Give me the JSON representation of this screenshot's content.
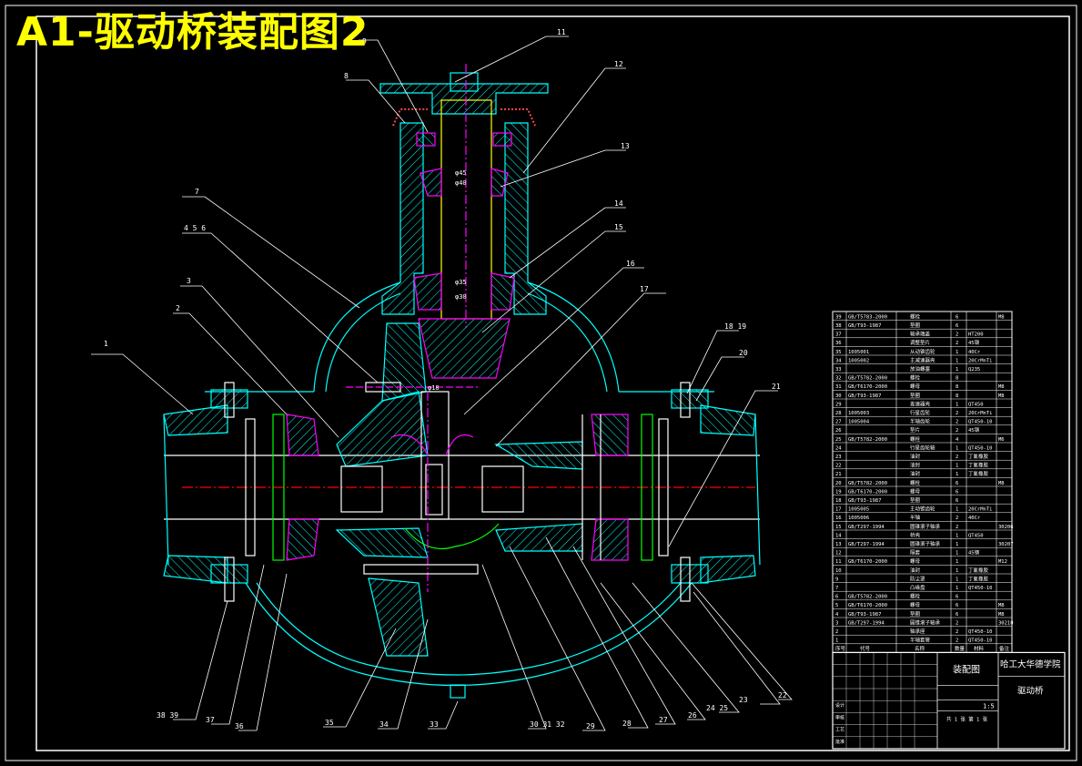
{
  "drawing": {
    "title": "A1-驱动桥装配图2",
    "colors": {
      "background": "#000000",
      "frame": "#ffffff",
      "outline": "#00ffff",
      "hatch": "#ff00ff",
      "center": "#ff0000",
      "highlight": "#ffff00",
      "part": "#00ff00",
      "leader": "#ffffff"
    },
    "callouts_left_top": [
      "9",
      "8",
      "7",
      "4 5 6",
      "3",
      "2",
      "1"
    ],
    "callouts_top": [
      "11"
    ],
    "callouts_right": [
      "12",
      "13",
      "14",
      "15",
      "16",
      "17",
      "18 19",
      "20",
      "21"
    ],
    "callouts_bottom": [
      "38 39",
      "37",
      "36",
      "35",
      "34",
      "33",
      "30 31 32",
      "29",
      "28",
      "27",
      "26",
      "24 25",
      "23",
      "22"
    ],
    "dimension_marks": [
      "φ45",
      "φ40",
      "φ35",
      "φ30",
      "φ18"
    ],
    "title_block": {
      "drawing_name": "装配图",
      "school": "哈工大华德学院",
      "part_name": "驱动桥",
      "scale": "1:5",
      "sheet": "共 1 张 第 1 张",
      "header_cols": [
        "序号",
        "代号",
        "名称",
        "数量",
        "材料",
        "备注"
      ],
      "sign_rows": [
        "设计",
        "审核",
        "工艺",
        "批准"
      ]
    },
    "bom_rows": [
      {
        "no": "39",
        "code": "GB/T5783-2000",
        "name": "螺栓",
        "qty": "6",
        "mat": "",
        "note": "M8"
      },
      {
        "no": "38",
        "code": "GB/T93-1987",
        "name": "垫圈",
        "qty": "6",
        "mat": "",
        "note": ""
      },
      {
        "no": "37",
        "code": "",
        "name": "轴承端盖",
        "qty": "2",
        "mat": "HT200",
        "note": ""
      },
      {
        "no": "36",
        "code": "",
        "name": "调整垫片",
        "qty": "2",
        "mat": "45钢",
        "note": ""
      },
      {
        "no": "35",
        "code": "1005001",
        "name": "从动锥齿轮",
        "qty": "1",
        "mat": "40Cr",
        "note": ""
      },
      {
        "no": "34",
        "code": "1005002",
        "name": "主减速器壳",
        "qty": "1",
        "mat": "20CrMnTi",
        "note": ""
      },
      {
        "no": "33",
        "code": "",
        "name": "放油螺塞",
        "qty": "1",
        "mat": "Q235",
        "note": ""
      },
      {
        "no": "32",
        "code": "GB/T5782-2000",
        "name": "螺栓",
        "qty": "8",
        "mat": "",
        "note": ""
      },
      {
        "no": "31",
        "code": "GB/T6170-2000",
        "name": "螺母",
        "qty": "8",
        "mat": "",
        "note": "M8"
      },
      {
        "no": "30",
        "code": "GB/T93-1987",
        "name": "垫圈",
        "qty": "8",
        "mat": "",
        "note": "M8"
      },
      {
        "no": "29",
        "code": "",
        "name": "差速器壳",
        "qty": "1",
        "mat": "QT450",
        "note": ""
      },
      {
        "no": "28",
        "code": "1005003",
        "name": "行星齿轮",
        "qty": "2",
        "mat": "20CrMnTi",
        "note": ""
      },
      {
        "no": "27",
        "code": "1005004",
        "name": "半轴齿轮",
        "qty": "2",
        "mat": "QT450-10",
        "note": ""
      },
      {
        "no": "26",
        "code": "",
        "name": "垫片",
        "qty": "2",
        "mat": "45钢",
        "note": ""
      },
      {
        "no": "25",
        "code": "GB/T5782-2000",
        "name": "螺栓",
        "qty": "4",
        "mat": "",
        "note": "M6"
      },
      {
        "no": "24",
        "code": "",
        "name": "行星齿轮轴",
        "qty": "1",
        "mat": "QT450-10",
        "note": ""
      },
      {
        "no": "23",
        "code": "",
        "name": "油封",
        "qty": "2",
        "mat": "丁氰橡胶",
        "note": ""
      },
      {
        "no": "22",
        "code": "",
        "name": "油封",
        "qty": "1",
        "mat": "丁氰橡胶",
        "note": ""
      },
      {
        "no": "21",
        "code": "",
        "name": "油封",
        "qty": "1",
        "mat": "丁氰橡胶",
        "note": ""
      },
      {
        "no": "20",
        "code": "GB/T5782-2000",
        "name": "螺栓",
        "qty": "6",
        "mat": "",
        "note": "M8"
      },
      {
        "no": "19",
        "code": "GB/T6170-2000",
        "name": "螺母",
        "qty": "6",
        "mat": "",
        "note": ""
      },
      {
        "no": "18",
        "code": "GB/T93-1987",
        "name": "垫圈",
        "qty": "6",
        "mat": "",
        "note": ""
      },
      {
        "no": "17",
        "code": "1005005",
        "name": "主动锥齿轮",
        "qty": "1",
        "mat": "20CrMnTi",
        "note": ""
      },
      {
        "no": "16",
        "code": "1005006",
        "name": "半轴",
        "qty": "2",
        "mat": "40Cr",
        "note": ""
      },
      {
        "no": "15",
        "code": "GB/T297-1994",
        "name": "圆锥滚子轴承",
        "qty": "2",
        "mat": "",
        "note": "30206"
      },
      {
        "no": "14",
        "code": "",
        "name": "桥壳",
        "qty": "1",
        "mat": "QT450",
        "note": ""
      },
      {
        "no": "13",
        "code": "GB/T297-1994",
        "name": "圆锥滚子轴承",
        "qty": "1",
        "mat": "",
        "note": "30207"
      },
      {
        "no": "12",
        "code": "",
        "name": "隔套",
        "qty": "1",
        "mat": "45钢",
        "note": ""
      },
      {
        "no": "11",
        "code": "GB/T6170-2000",
        "name": "螺母",
        "qty": "1",
        "mat": "",
        "note": "M12"
      },
      {
        "no": "10",
        "code": "",
        "name": "油封",
        "qty": "1",
        "mat": "丁氰橡胶",
        "note": ""
      },
      {
        "no": "9",
        "code": "",
        "name": "防尘罩",
        "qty": "1",
        "mat": "丁氰橡胶",
        "note": ""
      },
      {
        "no": "7",
        "code": "",
        "name": "凸缘盘",
        "qty": "1",
        "mat": "QT450-10",
        "note": ""
      },
      {
        "no": "6",
        "code": "GB/T5782-2000",
        "name": "螺栓",
        "qty": "6",
        "mat": "",
        "note": ""
      },
      {
        "no": "5",
        "code": "GB/T6170-2000",
        "name": "螺母",
        "qty": "6",
        "mat": "",
        "note": "M8"
      },
      {
        "no": "4",
        "code": "GB/T93-1987",
        "name": "垫圈",
        "qty": "6",
        "mat": "",
        "note": "M8"
      },
      {
        "no": "3",
        "code": "GB/T297-1994",
        "name": "圆锥滚子轴承",
        "qty": "2",
        "mat": "",
        "note": "30210"
      },
      {
        "no": "2",
        "code": "",
        "name": "轴承座",
        "qty": "2",
        "mat": "QT450-10",
        "note": ""
      },
      {
        "no": "1",
        "code": "",
        "name": "半轴套管",
        "qty": "2",
        "mat": "QT450-10",
        "note": ""
      }
    ]
  }
}
